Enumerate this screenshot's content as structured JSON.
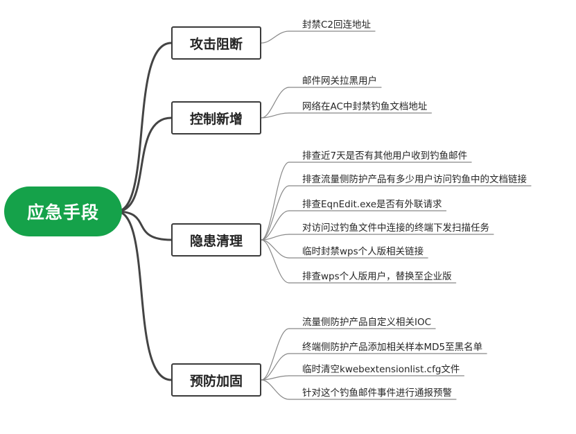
{
  "root": {
    "label": "应急手段"
  },
  "branches": [
    {
      "label": "攻击阻断",
      "items": [
        "封禁C2回连地址"
      ]
    },
    {
      "label": "控制新增",
      "items": [
        "邮件网关拉黑用户",
        "网络在AC中封禁钓鱼文档地址"
      ]
    },
    {
      "label": "隐患清理",
      "items": [
        "排查近7天是否有其他用户收到钓鱼邮件",
        "排查流量侧防护产品有多少用户访问钓鱼中的文档链接",
        "排查EqnEdit.exe是否有外联请求",
        "对访问过钓鱼文件中连接的终端下发扫描任务",
        "临时封禁wps个人版相关链接",
        "排查wps个人版用户，替换至企业版"
      ]
    },
    {
      "label": "预防加固",
      "items": [
        "流量侧防护产品自定义相关IOC",
        "终端侧防护产品添加相关样本MD5至黑名单",
        "临时清空kwebextensionlist.cfg文件",
        "针对这个钓鱼邮件事件进行通报预警"
      ]
    }
  ],
  "colors": {
    "root_fill": "#15a24a",
    "line": "#444444",
    "leaf_line": "#888888"
  }
}
